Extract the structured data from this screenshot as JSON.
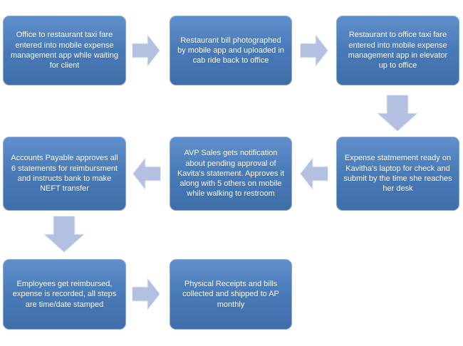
{
  "diagram": {
    "type": "flowchart",
    "theme": {
      "box_fill_top": "#6090cb",
      "box_fill_mid": "#4a7cb9",
      "box_fill_bottom": "#3f6ea8",
      "box_border": "#86a9d8",
      "box_text_color": "#ffffff",
      "arrow_fill": "#b3c0df",
      "arrow_stroke": "#e9edf6",
      "background": "#ffffff"
    },
    "nodes": [
      {
        "id": "step-1",
        "text": "Office to restaurant taxi fare entered into mobile expense management app while waiting for client"
      },
      {
        "id": "step-2",
        "text": "Restaurant bill photographed by mobile app and uploaded in cab ride back to office"
      },
      {
        "id": "step-3",
        "text": "Restaurant to office taxi fare entered into mobile expense management app in elevator up to office"
      },
      {
        "id": "step-4",
        "text": "Expense statmement ready on Kavitha's laptop for check and submit by the time she reaches her desk"
      },
      {
        "id": "step-5",
        "text": "AVP Sales gets notification about pending approval of Kavita's statement. Approves it along with 5 others on mobile while walking to restroom"
      },
      {
        "id": "step-6",
        "text": "Accounts Payable approves all 6 statements for reimbursment and instructs bank to make NEFT transfer"
      },
      {
        "id": "step-7",
        "text": "Employees get reimbursed, expense is recorded, all steps are time/date stamped"
      },
      {
        "id": "step-8",
        "text": "Physical Receipts and bills collected and shipped to AP monthly"
      }
    ],
    "connectors": [
      {
        "from": "step-1",
        "to": "step-2",
        "direction": "right"
      },
      {
        "from": "step-2",
        "to": "step-3",
        "direction": "right"
      },
      {
        "from": "step-3",
        "to": "step-4",
        "direction": "down"
      },
      {
        "from": "step-4",
        "to": "step-5",
        "direction": "left"
      },
      {
        "from": "step-5",
        "to": "step-6",
        "direction": "left"
      },
      {
        "from": "step-6",
        "to": "step-7",
        "direction": "down"
      },
      {
        "from": "step-7",
        "to": "step-8",
        "direction": "right"
      }
    ]
  }
}
